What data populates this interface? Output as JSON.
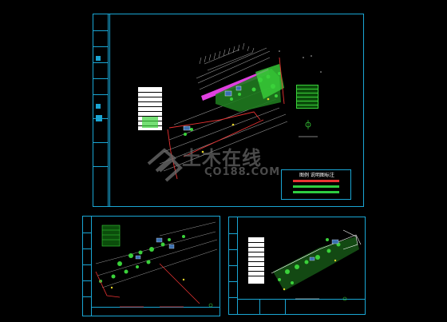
{
  "watermark": {
    "brand_text": "土木在线",
    "domain_text": "CO188.COM"
  },
  "legend": {
    "title": "图例  说明图标注",
    "bar_colors": [
      "#e83232",
      "#2ecc40",
      "#2ecc40"
    ]
  },
  "colors": {
    "frame": "#1aa6d4",
    "background": "#000000",
    "site_green": "#3ad13a",
    "road_red": "#e83232",
    "magenta_band": "#e040e0",
    "gray_lines": "#9a9a9a"
  }
}
